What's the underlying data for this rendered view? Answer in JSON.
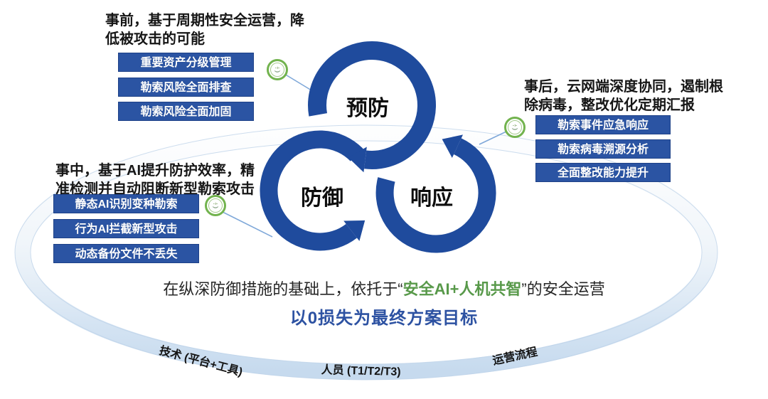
{
  "diagram": {
    "phases": [
      {
        "title": "事前，基于周期性安全运营，降低被攻击的可能",
        "items": [
          "重要资产分级管理",
          "勒索风险全面排查",
          "勒索风险全面加固"
        ]
      },
      {
        "title": "事中，基于AI提升防护效率，精准检测并自动阻断新型勒索攻击",
        "items": [
          "静态AI识别变种勒索",
          "行为AI拦截新型攻击",
          "动态备份文件不丢失"
        ]
      },
      {
        "title": "事后，云网端深度协同，遏制根除病毒，整改优化定期汇报",
        "items": [
          "勒索事件应急响应",
          "勒索病毒溯源分析",
          "全面整改能力提升"
        ]
      }
    ],
    "cycle": {
      "prevention": "预防",
      "defense": "防御",
      "response": "响应"
    },
    "summary": {
      "prefix": "在纵深防御措施的基础上，依托于",
      "quote_open": "“",
      "highlight": "安全AI+人机共智",
      "quote_close": "”",
      "suffix": "的安全运营",
      "goal": "以0损失为最终方案目标"
    },
    "foundation": {
      "technology": "技术 (平台+工具)",
      "personnel": "人员 (T1/T2/T3)",
      "process": "运营流程"
    },
    "colors": {
      "ring_blue": "#1F4B9D",
      "box_blue": "#2B54A3",
      "highlight_green": "#58994A",
      "goal_blue": "#2D52A2",
      "icon_ring_green": "#72B34E",
      "band_light_blue": "#C6DAEE"
    }
  }
}
